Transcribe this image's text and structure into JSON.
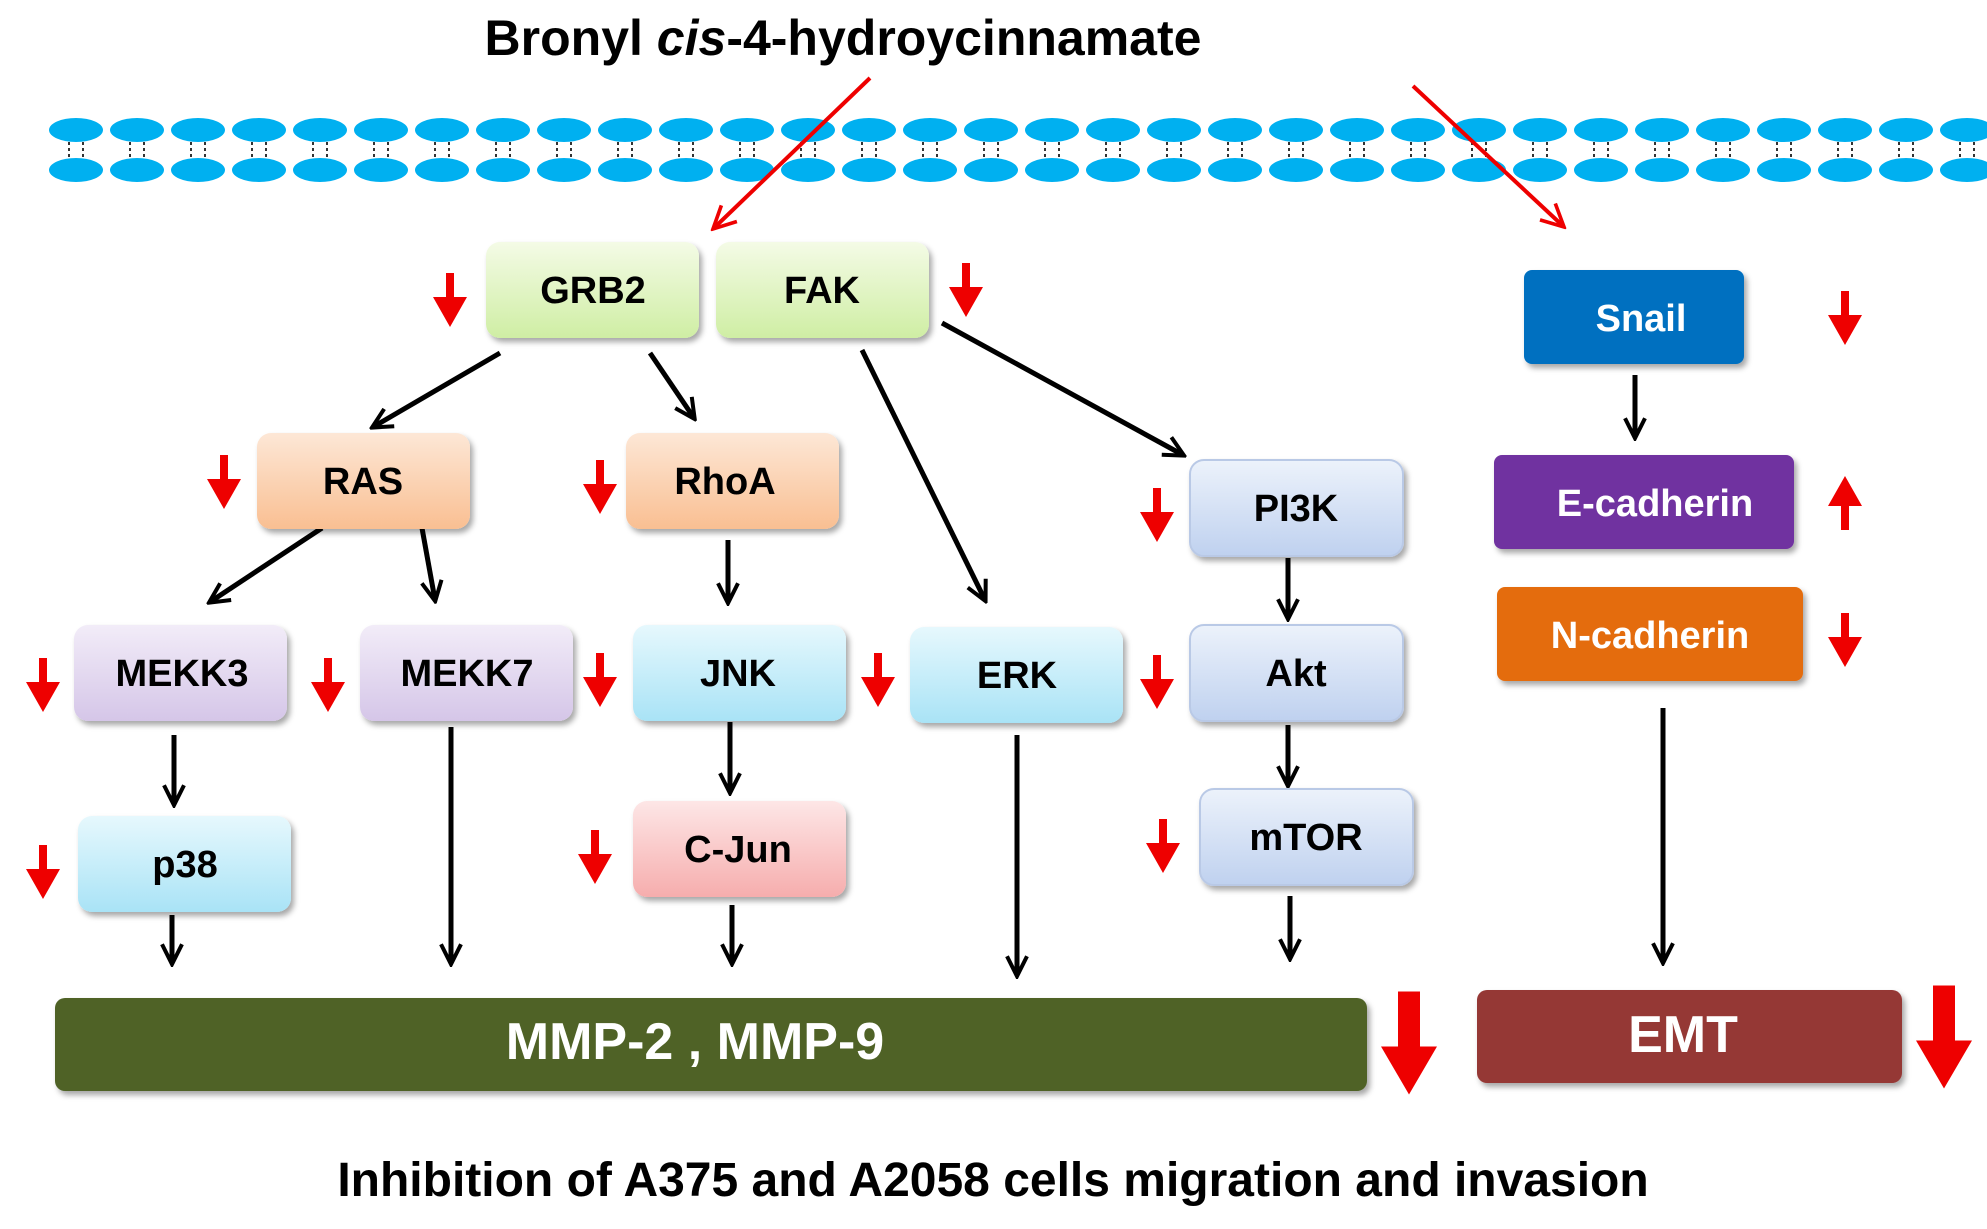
{
  "title": {
    "prefix": "Bronyl ",
    "italic": "cis",
    "suffix": "-4-hydroycinnamate"
  },
  "footer": "Inhibition of A375 and A2058 cells migration and invasion",
  "nodes": {
    "grb2": "GRB2",
    "fak": "FAK",
    "ras": "RAS",
    "rhoa": "RhoA",
    "mekk3": "MEKK3",
    "mekk7": "MEKK7",
    "jnk": "JNK",
    "erk": "ERK",
    "pi3k": "PI3K",
    "akt": "Akt",
    "mtor": "mTOR",
    "p38": "p38",
    "cjun": "C-Jun",
    "snail": "Snail",
    "ecad": "E-cadherin",
    "ncad": "N-cadherin",
    "mmp": "MMP-2 , MMP-9",
    "emt": "EMT"
  },
  "regulation": {
    "grb2": "down",
    "fak": "down",
    "ras": "down",
    "rhoa": "down",
    "mekk3": "down",
    "mekk7": "down",
    "jnk": "down",
    "erk": "down",
    "pi3k": "down",
    "akt": "down",
    "mtor": "down",
    "p38": "down",
    "cjun": "down",
    "snail": "down",
    "ecad": "up",
    "ncad": "down",
    "mmp": "down",
    "emt": "down"
  },
  "colors": {
    "inhibit_arrow": "#ee0000",
    "membrane": "#00b0f0",
    "mmp_bar": "#4f6228",
    "emt_bar": "#953735",
    "snail": "#0070c0",
    "ecad": "#7030a0",
    "ncad": "#e46c0a"
  }
}
